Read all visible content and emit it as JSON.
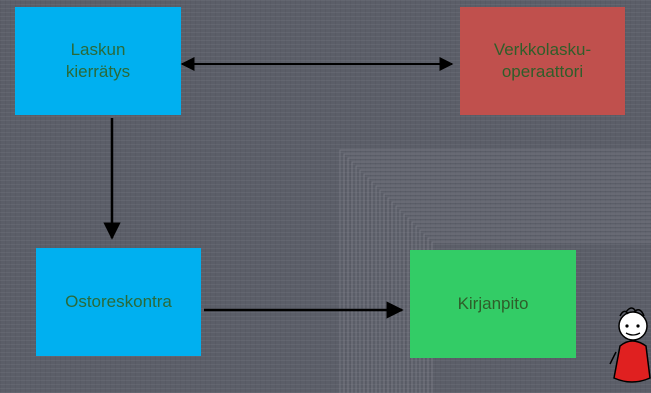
{
  "colors": {
    "background": "#5b5e68",
    "blue_box": "#00b0f0",
    "red_box": "#c0504d",
    "green_box": "#33cc66",
    "arrow": "#000000"
  },
  "nodes": {
    "laskun_kierratys": {
      "line1": "Laskun",
      "line2": "kierrätys"
    },
    "verkkolasku_operaattori": {
      "line1": "Verkkolasku-",
      "line2": "operaattori"
    },
    "ostoreskontra": {
      "label": "Ostoreskontra"
    },
    "kirjanpito": {
      "label": "Kirjanpito"
    }
  },
  "edges": [
    {
      "from": "laskun_kierratys",
      "to": "verkkolasku_operaattori",
      "direction": "both"
    },
    {
      "from": "laskun_kierratys",
      "to": "ostoreskontra",
      "direction": "forward"
    },
    {
      "from": "ostoreskontra",
      "to": "kirjanpito",
      "direction": "forward"
    }
  ],
  "decorations": {
    "corner_figure_icon": "cartoon-figure-icon"
  }
}
